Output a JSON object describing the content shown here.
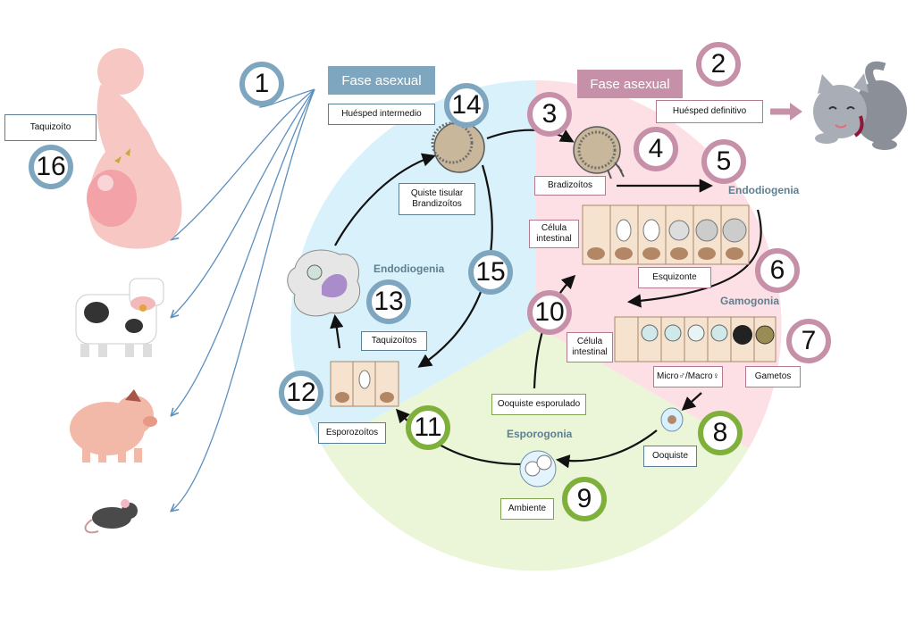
{
  "phases": {
    "asexual_left": "Fase asexual",
    "asexual_right": "Fase asexual"
  },
  "hosts": {
    "intermediate": "Huésped intermedio",
    "definitive": "Huésped definitivo"
  },
  "labels": {
    "taquizoito": "Taquizoíto",
    "quiste_line1": "Quiste tisular",
    "quiste_line2": "Brandizoítos",
    "bradizoitos": "Bradizoítos",
    "celula_intestinal_1_line1": "Célula",
    "celula_intestinal_1_line2": "intestinal",
    "esquizonte": "Esquizonte",
    "celula_intestinal_2_line1": "Célula",
    "celula_intestinal_2_line2": "intestinal",
    "micro_macro": "Micro♂/Macro♀",
    "gametos": "Gametos",
    "ooquiste": "Ooquiste",
    "ambiente": "Ambiente",
    "ooquiste_esporulado": "Ooquiste esporulado",
    "taquizoitos": "Taquizoítos",
    "esporozoitos": "Esporozoítos"
  },
  "stages": {
    "endodiogenia_right": "Endodiogenia",
    "endodiogenia_left": "Endodiogenia",
    "gamogonia": "Gamogonia",
    "esporogonia": "Esporogonia"
  },
  "numbers": [
    "1",
    "2",
    "3",
    "4",
    "5",
    "6",
    "7",
    "8",
    "9",
    "10",
    "11",
    "12",
    "13",
    "14",
    "15",
    "16"
  ],
  "colors": {
    "blue_sector": "#d9f1fb",
    "pink_sector": "#fde0e6",
    "green_sector": "#ebf6d8",
    "blue_accent": "#7ea7bf",
    "pink_accent": "#c590a8",
    "green_accent": "#7fb03c",
    "phase_left_bg": "#7ea7bf",
    "phase_right_bg": "#c590a8"
  },
  "icons": [
    "pregnant-woman-icon",
    "cow-icon",
    "pig-icon",
    "mouse-icon",
    "cat-icon",
    "tissue-cyst-icon",
    "macrophage-icon",
    "oocyst-icon",
    "sporulated-oocyst-icon",
    "intestinal-cells-icon"
  ]
}
